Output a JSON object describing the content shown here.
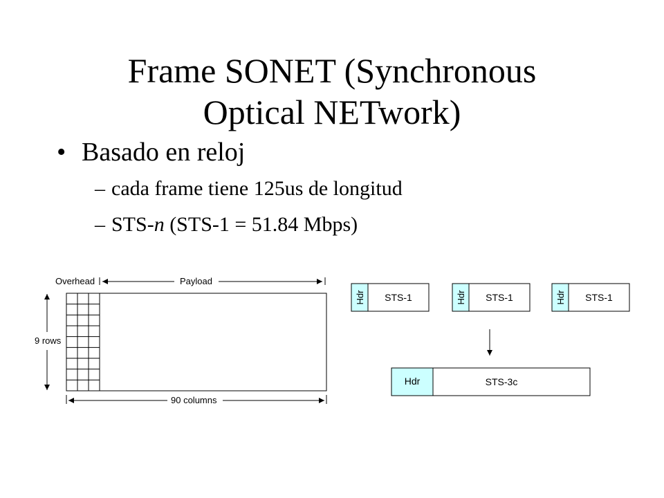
{
  "title": {
    "line1": "Frame SONET (Synchronous",
    "line2": "Optical NETwork)"
  },
  "bullets": {
    "main": "Basado en reloj",
    "sub1": "cada frame tiene 125us de longitud",
    "sub2_prefix": "STS-",
    "sub2_n": "n",
    "sub2_rest": " (STS-1 = 51.84 Mbps)"
  },
  "frame": {
    "overhead_label": "Overhead",
    "payload_label": "Payload",
    "rows_label": "9 rows",
    "columns_label": "90 columns"
  },
  "sts1_boxes": [
    {
      "hdr": "Hdr",
      "label": "STS-1"
    },
    {
      "hdr": "Hdr",
      "label": "STS-1"
    },
    {
      "hdr": "Hdr",
      "label": "STS-1"
    }
  ],
  "sts3c": {
    "hdr": "Hdr",
    "label": "STS-3c"
  },
  "colors": {
    "header_fill": "#ccffff",
    "line": "#000000"
  }
}
